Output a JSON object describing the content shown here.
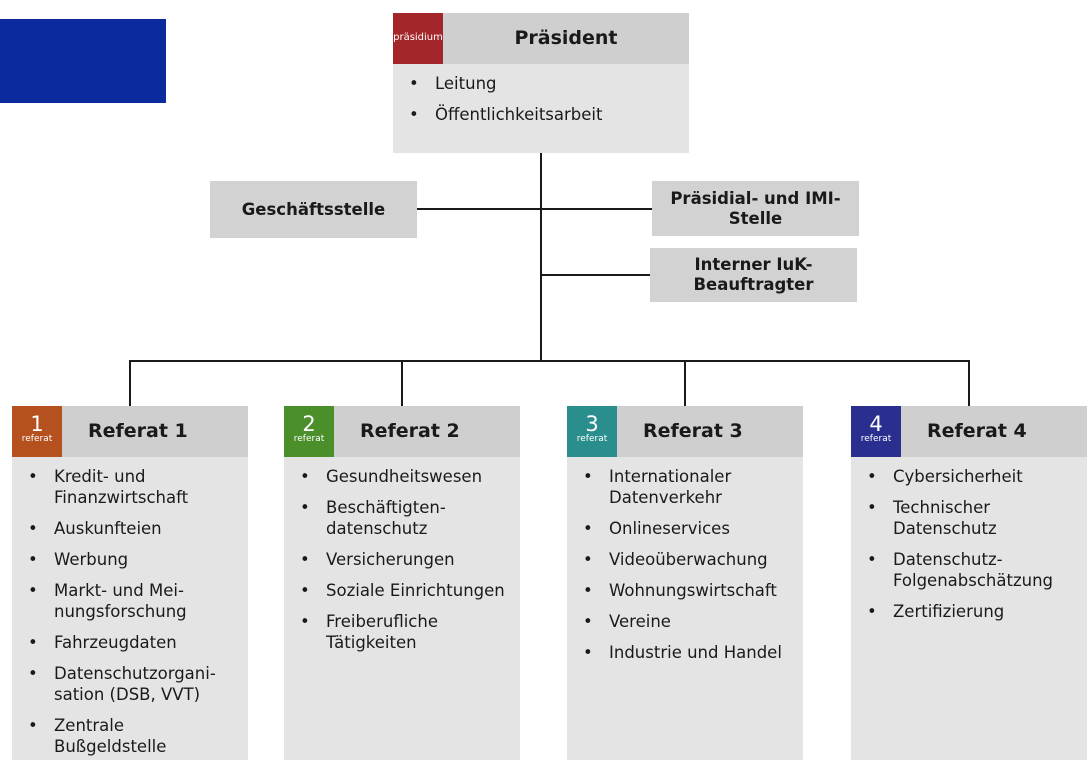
{
  "president": {
    "badge": "präsidium",
    "title": "Präsident",
    "items": [
      "Leitung",
      "Öffentlichkeitsarbeit"
    ]
  },
  "staff": {
    "geschaeftsstelle": "Geschäftsstelle",
    "praesidial": "Präsidial- und IMI-Stelle",
    "iuk": "Interner IuK-Beauftragter"
  },
  "referate": [
    {
      "num": "1",
      "sub": "referat",
      "title": "Referat 1",
      "color": "#b4511e",
      "items": [
        "Kredit- und Finanzwirtschaft",
        "Auskunfteien",
        "Werbung",
        "Markt- und Mei-nungsforschung",
        "Fahrzeugdaten",
        "Datenschutzorgani-sation (DSB, VVT)",
        "Zentrale Bußgeldstelle"
      ]
    },
    {
      "num": "2",
      "sub": "referat",
      "title": "Referat 2",
      "color": "#4a8f2a",
      "items": [
        "Gesundheitswesen",
        "Beschäftigten-datenschutz",
        "Versicherungen",
        "Soziale Einrichtungen",
        "Freiberufliche Tätigkeiten"
      ]
    },
    {
      "num": "3",
      "sub": "referat",
      "title": "Referat 3",
      "color": "#2a8f8c",
      "items": [
        "Internationaler Datenverkehr",
        "Onlineservices",
        "Videoüberwachung",
        "Wohnungswirtschaft",
        "Vereine",
        "Industrie und Handel"
      ]
    },
    {
      "num": "4",
      "sub": "referat",
      "title": "Referat 4",
      "color": "#2a2f8f",
      "items": [
        "Cybersicherheit",
        "Technischer Datenschutz",
        "Datenschutz-Folgenabschätzung",
        "Zertifizierung"
      ]
    }
  ],
  "colors": {
    "president_badge": "#a3262a",
    "logo_block": "#0a2a9e"
  }
}
